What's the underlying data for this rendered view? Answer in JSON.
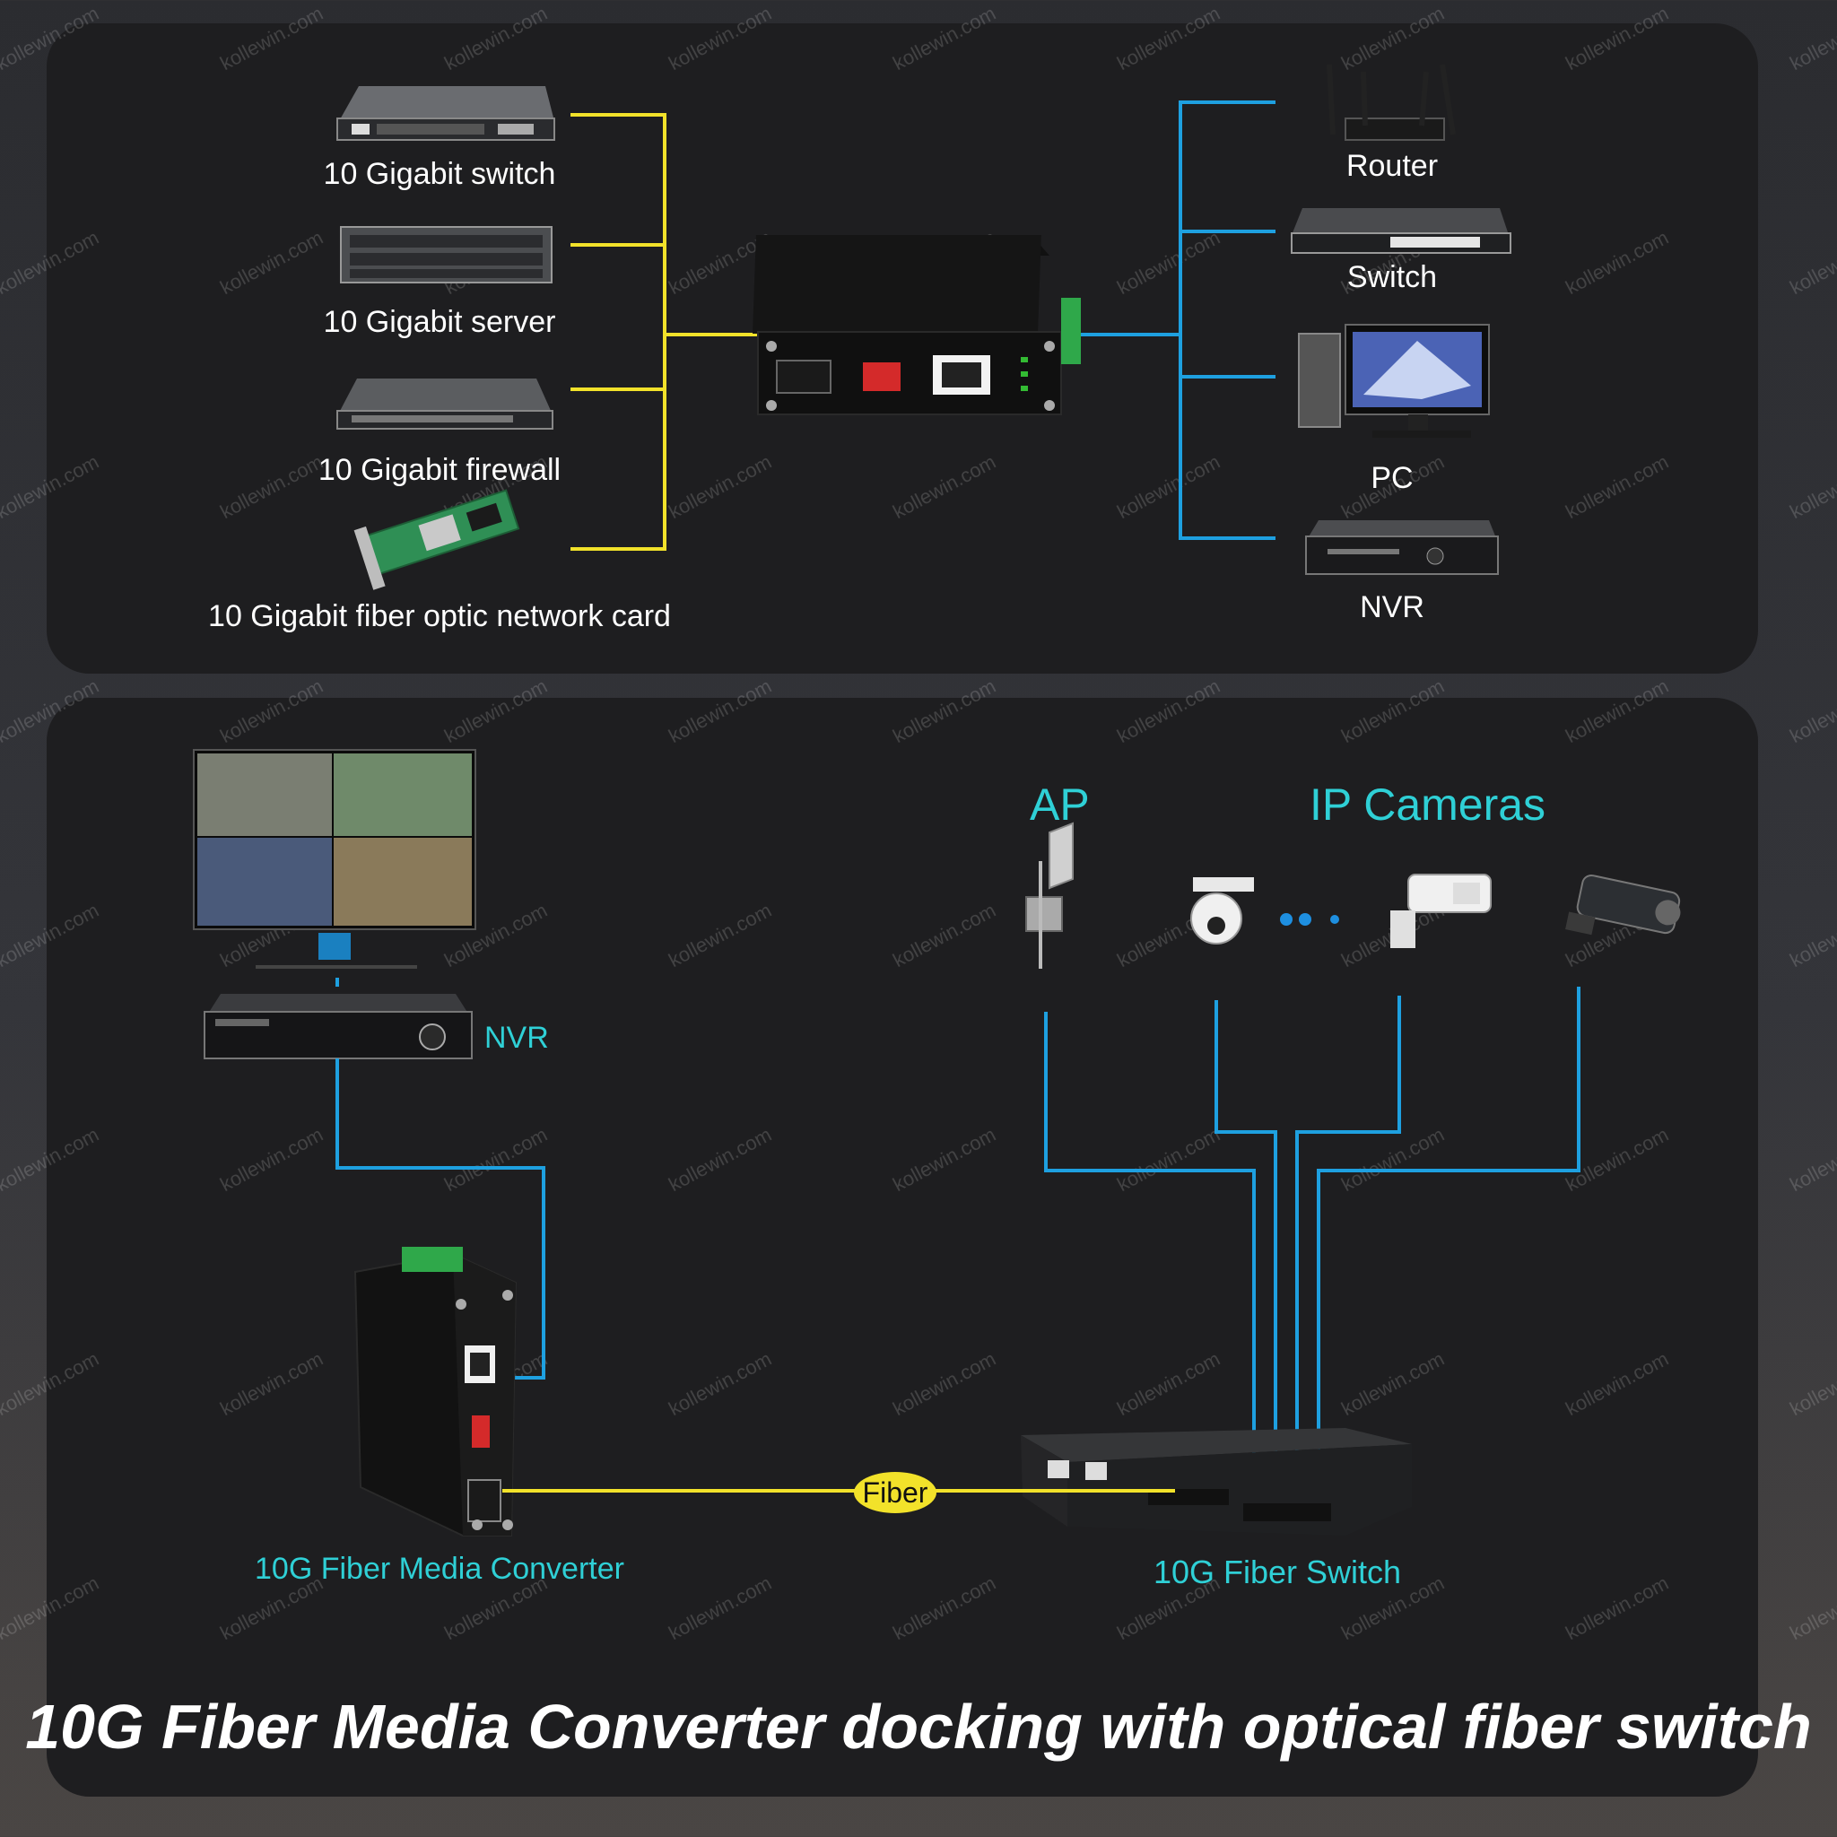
{
  "top_left_devices": [
    {
      "label": "10 Gigabit switch",
      "icon": "rack-switch-icon"
    },
    {
      "label": "10 Gigabit server",
      "icon": "rack-server-icon"
    },
    {
      "label": "10 Gigabit firewall",
      "icon": "firewall-icon"
    },
    {
      "label": "10 Gigabit fiber optic network card",
      "icon": "network-card-icon"
    }
  ],
  "top_right_devices": [
    {
      "label": "Router",
      "icon": "router-icon"
    },
    {
      "label": "Switch",
      "icon": "switch-icon"
    },
    {
      "label": "PC",
      "icon": "pc-icon"
    },
    {
      "label": "NVR",
      "icon": "nvr-icon"
    }
  ],
  "bottom": {
    "nvr_label": "NVR",
    "ap_label": "AP",
    "ip_cameras_label": "IP Cameras",
    "fiber_label": "Fiber",
    "converter_label": "10G Fiber Media Converter",
    "fiber_switch_label": "10G Fiber Switch"
  },
  "title": "10G Fiber Media Converter docking with optical fiber switch",
  "watermark": "kollewin.com",
  "colors": {
    "left_links": "#f2e22a",
    "right_links": "#1ea0e0",
    "fiber_link": "#f2e22a",
    "accent_text": "#2fd0d6"
  }
}
